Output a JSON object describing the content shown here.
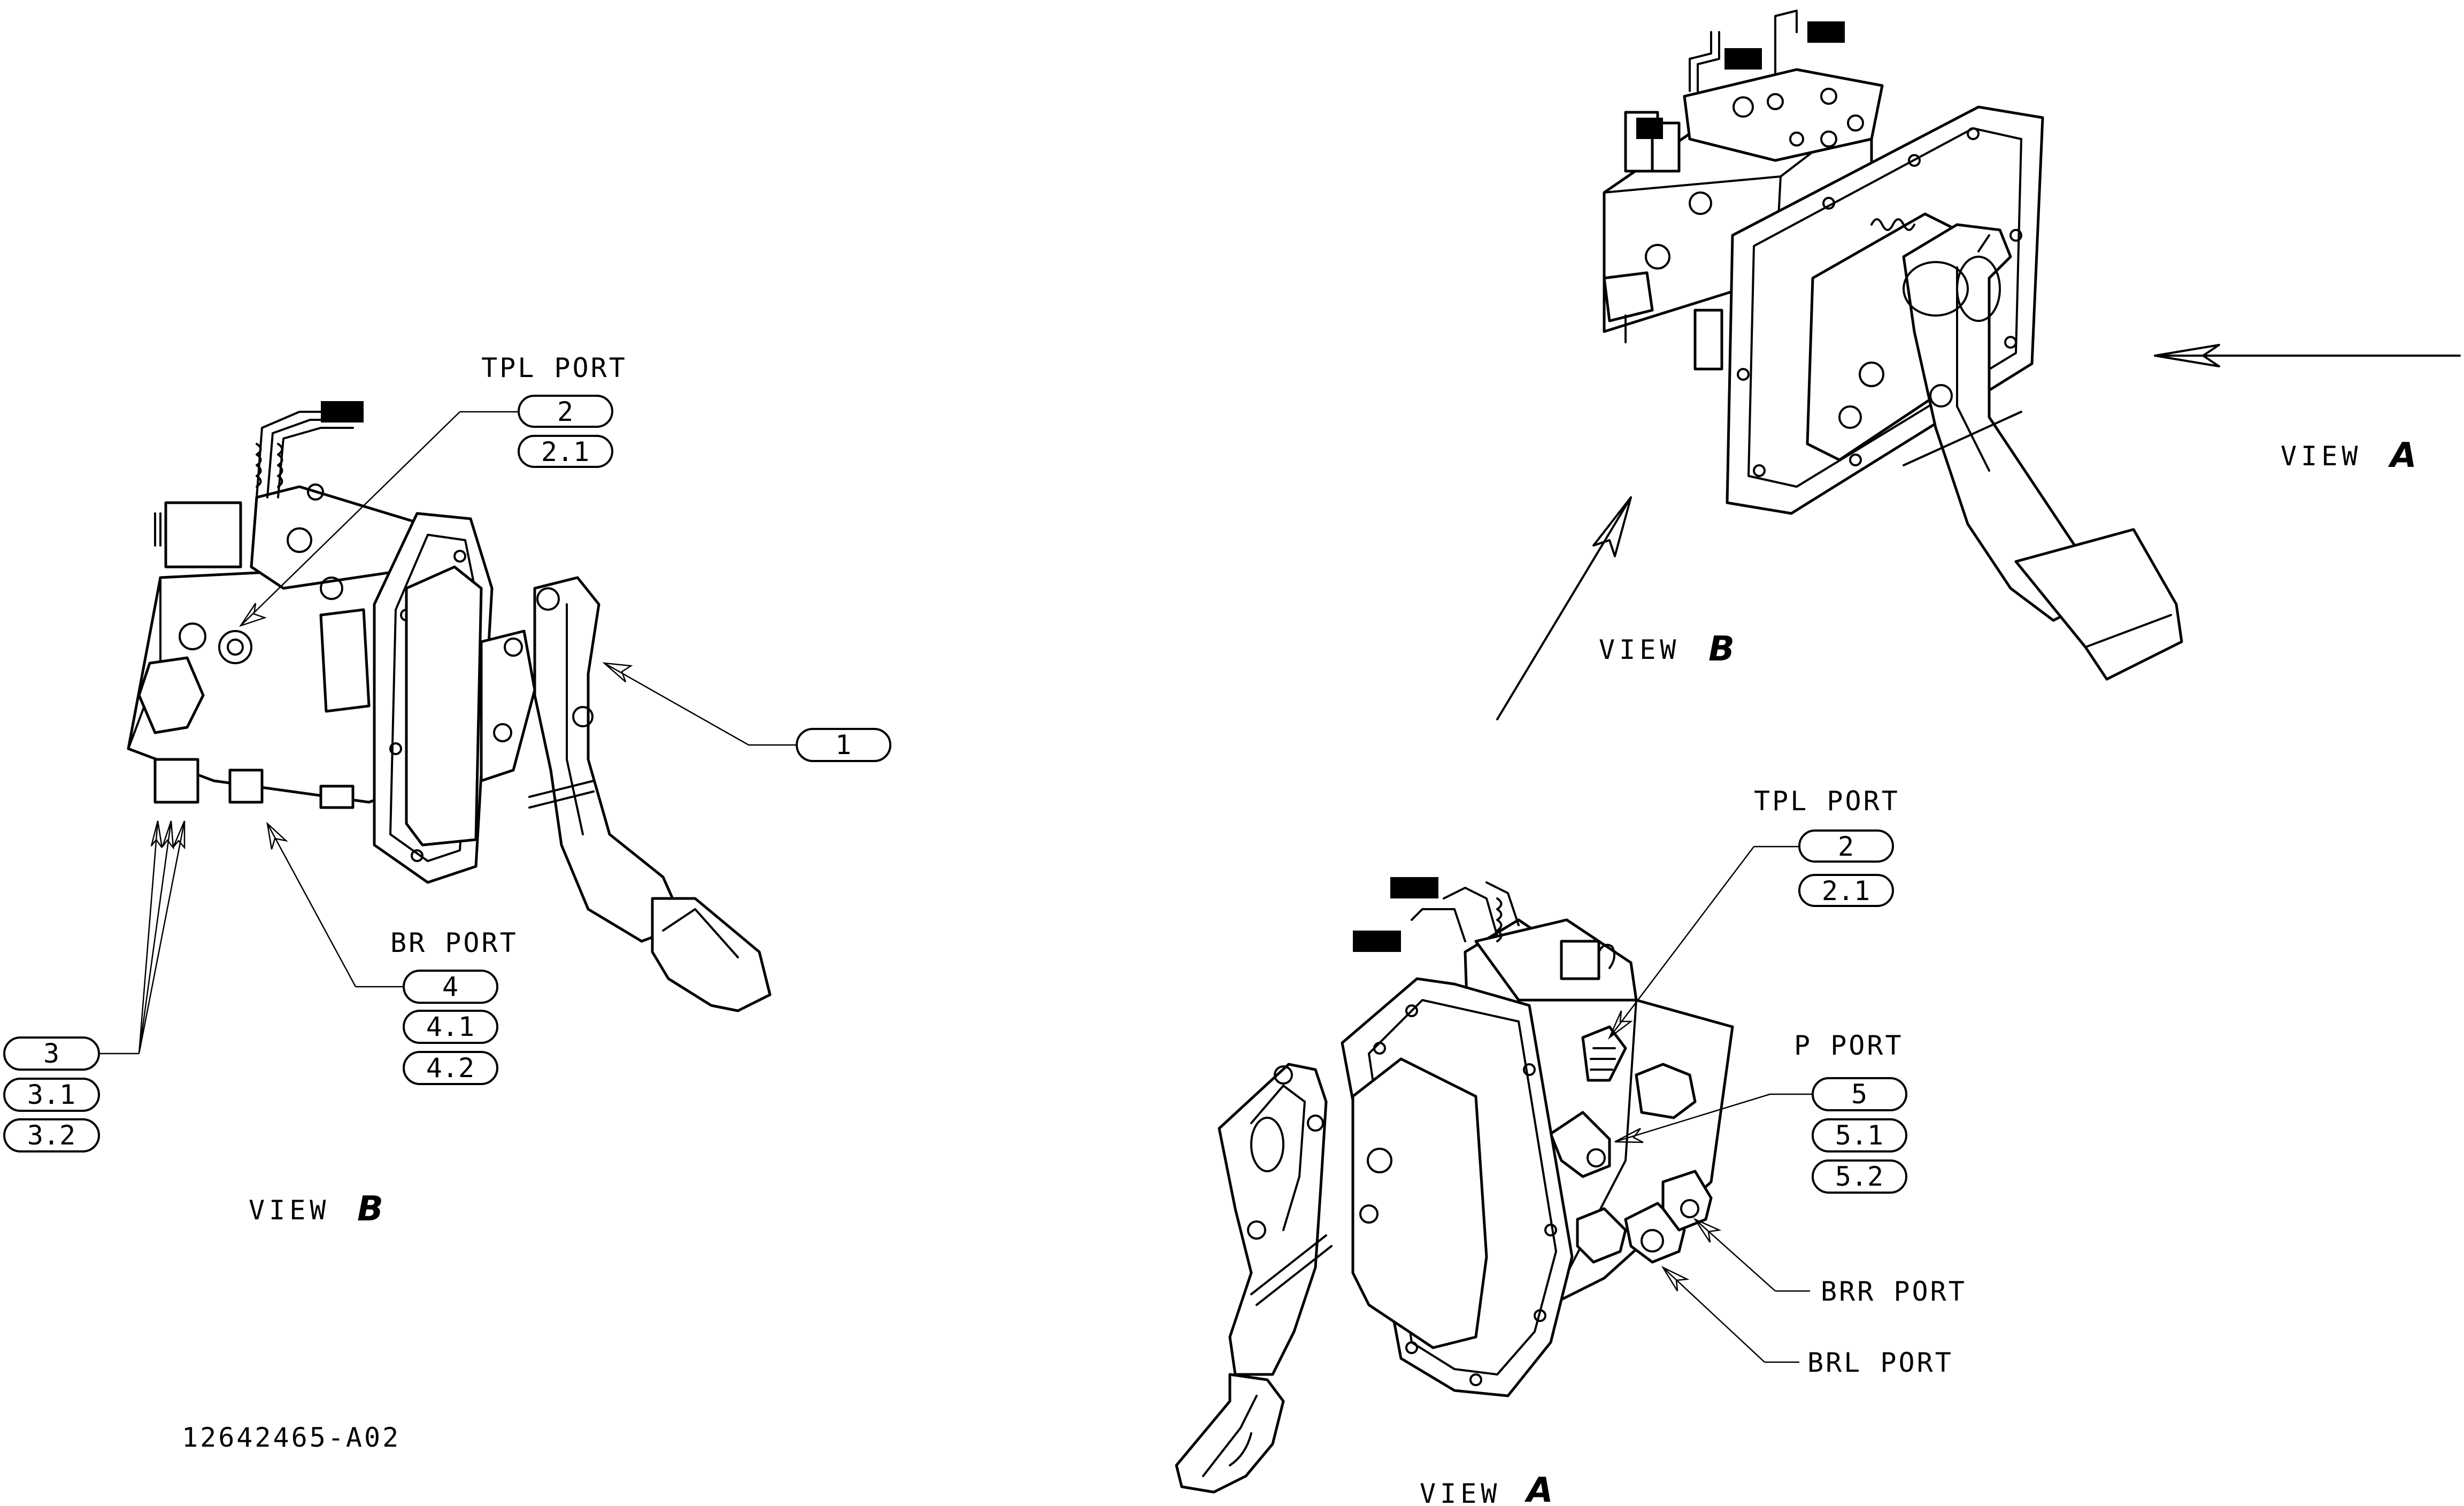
{
  "drawing": {
    "number": "12642465-A02"
  },
  "view_b": {
    "caption_prefix": "VIEW",
    "caption_letter": "B",
    "tpl_port": {
      "label": "TPL PORT",
      "callouts": [
        "2",
        "2.1"
      ]
    },
    "br_port": {
      "label": "BR PORT",
      "callouts": [
        "4",
        "4.1",
        "4.2"
      ]
    },
    "item_callout": "1",
    "left_callouts": [
      "3",
      "3.1",
      "3.2"
    ]
  },
  "view_a": {
    "caption_prefix": "VIEW",
    "caption_letter": "A",
    "tpl_port": {
      "label": "TPL PORT",
      "callouts": [
        "2",
        "2.1"
      ]
    },
    "p_port": {
      "label": "P PORT",
      "callouts": [
        "5",
        "5.1",
        "5.2"
      ]
    },
    "brr_port": {
      "label": "BRR PORT"
    },
    "brl_port": {
      "label": "BRL PORT"
    }
  },
  "iso_view": {
    "arrow_a": {
      "prefix": "VIEW",
      "letter": "A"
    },
    "arrow_b": {
      "prefix": "VIEW",
      "letter": "B"
    }
  }
}
